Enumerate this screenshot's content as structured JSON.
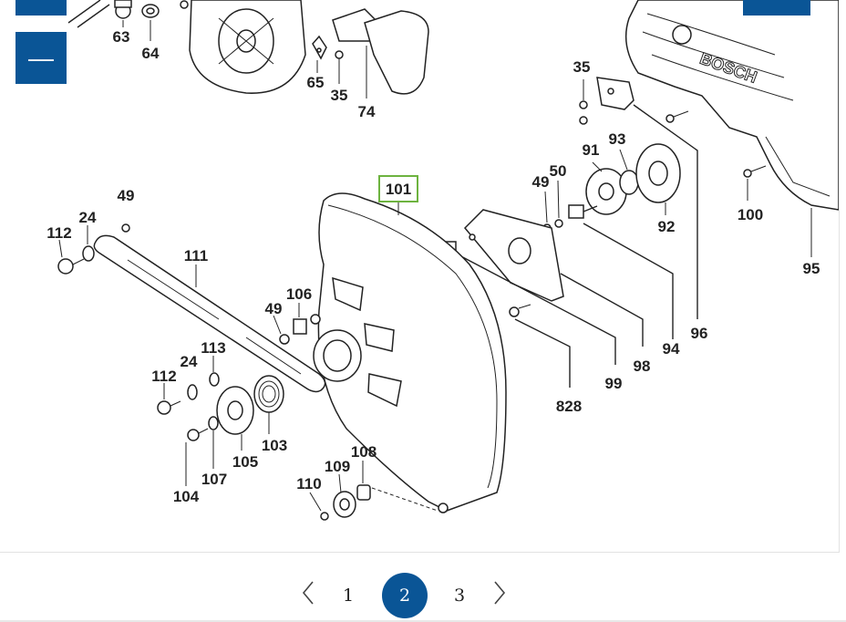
{
  "zoom": {
    "zoom_in_label": "",
    "zoom_out_label": "—"
  },
  "diagram": {
    "brand": "BOSCH",
    "labels": {
      "p63": "63",
      "p64": "64",
      "p65": "65",
      "p35a": "35",
      "p74": "74",
      "p35b": "35",
      "p91": "91",
      "p93": "93",
      "p49a": "49",
      "p50": "50",
      "p101": "101",
      "p92": "92",
      "p100": "100",
      "p95": "95",
      "p112a": "112",
      "p24a": "24",
      "p49b": "49",
      "p111": "111",
      "p49c": "49",
      "p106": "106",
      "p113": "113",
      "p112b": "112",
      "p24b": "24",
      "p103": "103",
      "p105": "105",
      "p107": "107",
      "p104": "104",
      "p108": "108",
      "p109": "109",
      "p110": "110",
      "p96": "96",
      "p94": "94",
      "p98": "98",
      "p99": "99",
      "p828": "828"
    },
    "highlight_color": "#6db33f"
  },
  "pagination": {
    "prev_icon": "chevron-left-icon",
    "next_icon": "chevron-right-icon",
    "pages": [
      "1",
      "2",
      "3"
    ],
    "current_page": "2",
    "active_color": "#0a5596"
  }
}
